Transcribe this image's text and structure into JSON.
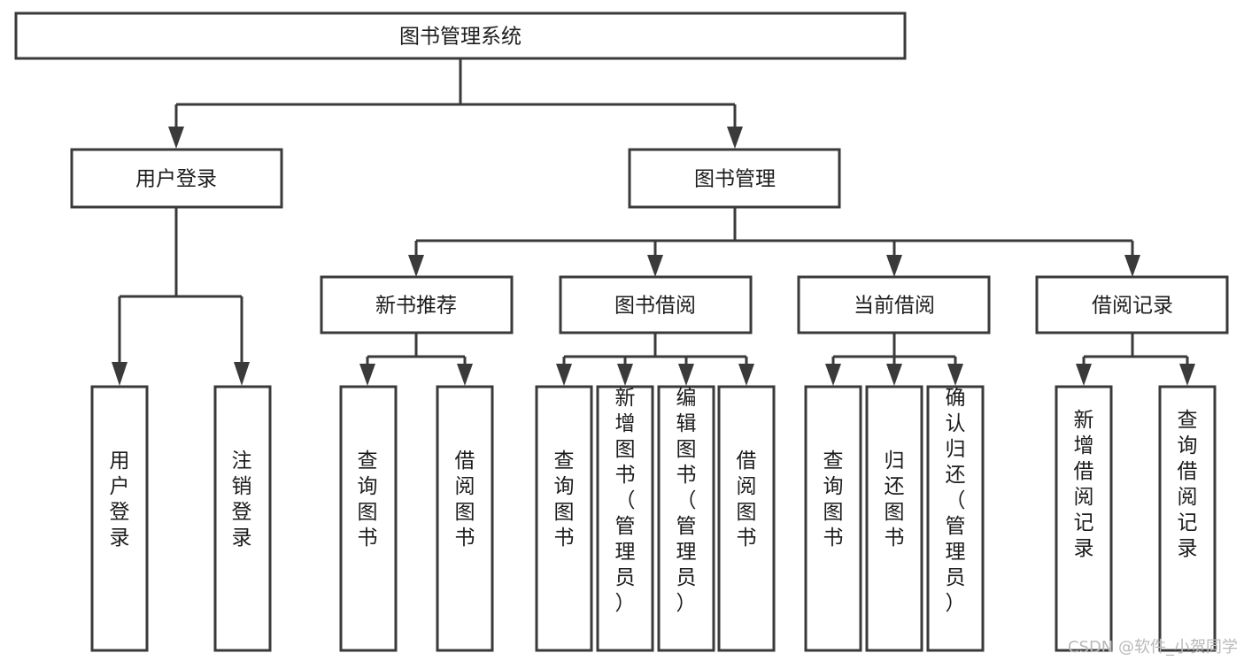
{
  "diagram": {
    "title": "图书管理系统",
    "orientation": "top-down tree",
    "levels": {
      "root": {
        "label": "图书管理系统"
      },
      "level2": [
        {
          "label": "用户登录"
        },
        {
          "label": "图书管理"
        }
      ],
      "level3": [
        {
          "label": "新书推荐"
        },
        {
          "label": "图书借阅"
        },
        {
          "label": "当前借阅"
        },
        {
          "label": "借阅记录"
        }
      ],
      "leaves": {
        "user_login": [
          {
            "label": "用户登录"
          },
          {
            "label": "注销登录"
          }
        ],
        "new_book_recommend": [
          {
            "label": "查询图书"
          },
          {
            "label": "借阅图书"
          }
        ],
        "book_borrow": [
          {
            "label": "查询图书"
          },
          {
            "label": "新增图书（管理员）"
          },
          {
            "label": "编辑图书（管理员）"
          },
          {
            "label": "借阅图书"
          }
        ],
        "current_borrow": [
          {
            "label": "查询图书"
          },
          {
            "label": "归还图书"
          },
          {
            "label": "确认归还（管理员）"
          }
        ],
        "borrow_record": [
          {
            "label": "新增借阅记录"
          },
          {
            "label": "查询借阅记录"
          }
        ]
      }
    }
  },
  "watermark": {
    "text": "CSDN @软件_小贺同学"
  },
  "colors": {
    "stroke": "#3a3a3a",
    "box_fill": "#ffffff",
    "text": "#1c1c1c",
    "watermark": "#b9b9b9",
    "background": "#ffffff"
  }
}
